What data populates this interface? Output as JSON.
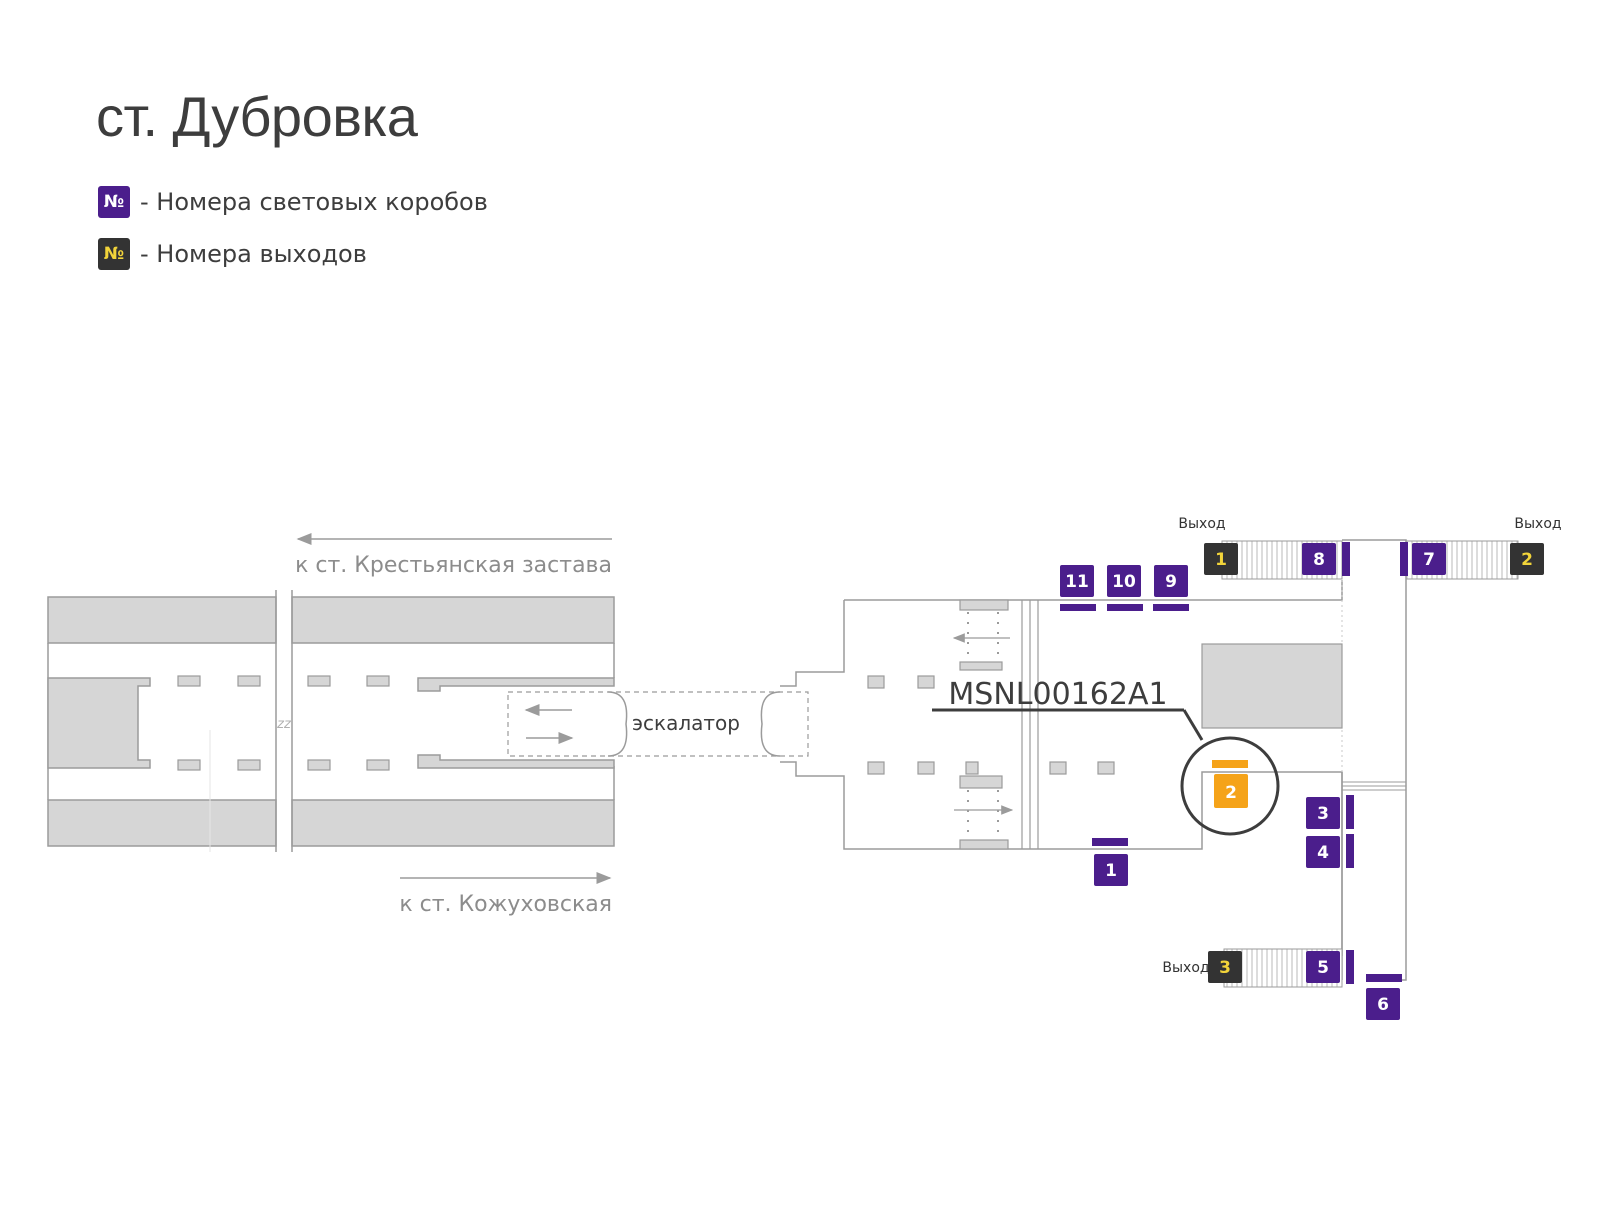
{
  "title": "ст. Дубровка",
  "legend": {
    "symbol": "№",
    "lightbox_text": "- Номера световых коробов",
    "exit_text": "- Номера выходов"
  },
  "colors": {
    "lightbox": "#4b1e8c",
    "exit_bg": "#333333",
    "exit_text": "#f2d43a",
    "highlight": "#f5a319",
    "structure": "#d6d6d6",
    "line": "#9b9b9b"
  },
  "directions": {
    "top": "к ст. Крестьянская застава",
    "bottom": "к ст. Кожуховская"
  },
  "escalator_label": "эскалатор",
  "break_mark": "zz",
  "exit_word": "Выход",
  "exits": [
    {
      "id": "exit-1",
      "label": "1"
    },
    {
      "id": "exit-2",
      "label": "2"
    },
    {
      "id": "exit-3",
      "label": "3"
    }
  ],
  "lightboxes": [
    {
      "label": "1"
    },
    {
      "label": "3"
    },
    {
      "label": "4"
    },
    {
      "label": "5"
    },
    {
      "label": "6"
    },
    {
      "label": "7"
    },
    {
      "label": "8"
    },
    {
      "label": "9"
    },
    {
      "label": "10"
    },
    {
      "label": "11"
    }
  ],
  "highlighted": {
    "label": "2",
    "code": "MSNL00162A1"
  }
}
